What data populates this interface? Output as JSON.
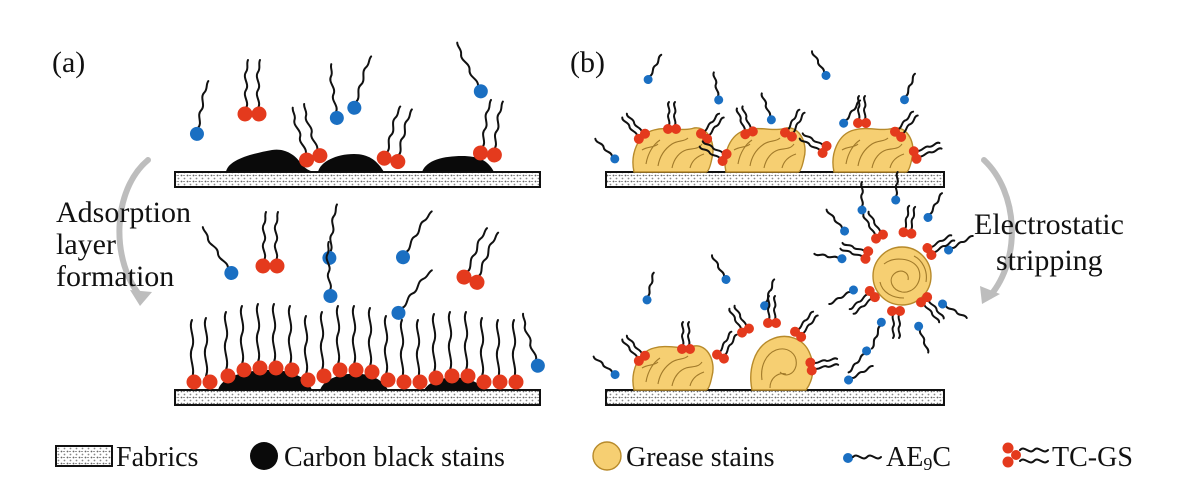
{
  "panels": {
    "a_label": "(a)",
    "b_label": "(b)"
  },
  "annotations": {
    "adsorption_line1": "Adsorption",
    "adsorption_line2": "layer",
    "adsorption_line3": "formation",
    "electrostatic_line1": "Electrostatic",
    "electrostatic_line2": "stripping"
  },
  "legend": {
    "fabrics": "Fabrics",
    "carbon": "Carbon black stains",
    "grease": "Grease stains",
    "ae9c_prefix": "AE",
    "ae9c_sub": "9",
    "ae9c_suffix": "C",
    "tcgs": "TC-GS"
  },
  "colors": {
    "ae9c_head": "#1a6fc2",
    "tcgs_head": "#e43a1d",
    "grease": "#f6cf72",
    "carbon": "#0a0a0a",
    "arrow": "#bdbdbd"
  }
}
